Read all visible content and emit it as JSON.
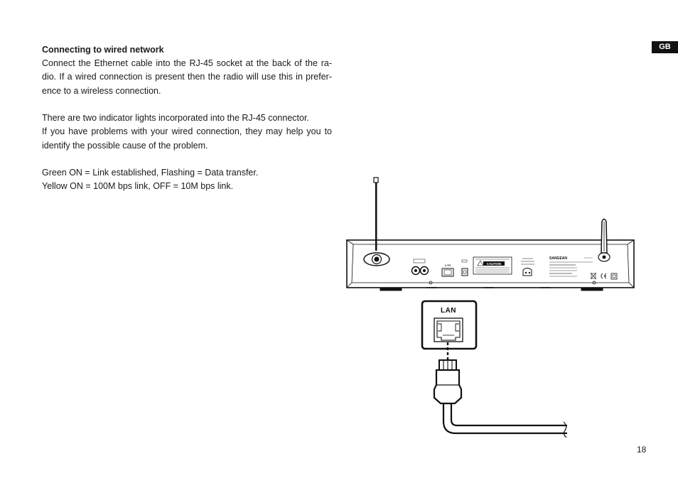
{
  "heading": "Connecting to wired network",
  "para1_lines": [
    "Connect the Ethernet cable into the RJ-45 socket at the back of the ra-",
    "dio. If a wired connection is present then the radio will use this in prefer-",
    "ence to a wireless connection."
  ],
  "para2_lines": [
    "There are two indicator lights incorporated into the RJ-45 connector.",
    "If you have problems with your wired connection, they may help you to",
    "identify the possible cause of the problem."
  ],
  "para3_lines": [
    "Green ON = Link established, Flashing = Data transfer.",
    "Yellow ON = 100M bps link, OFF = 10M bps link."
  ],
  "language_tab": "GB",
  "page_number": "18",
  "illustration": {
    "port_label": "LAN",
    "back_panel_lan_label": "LAN",
    "caution_label": "CAUTION",
    "brand": "SANGEAN"
  }
}
